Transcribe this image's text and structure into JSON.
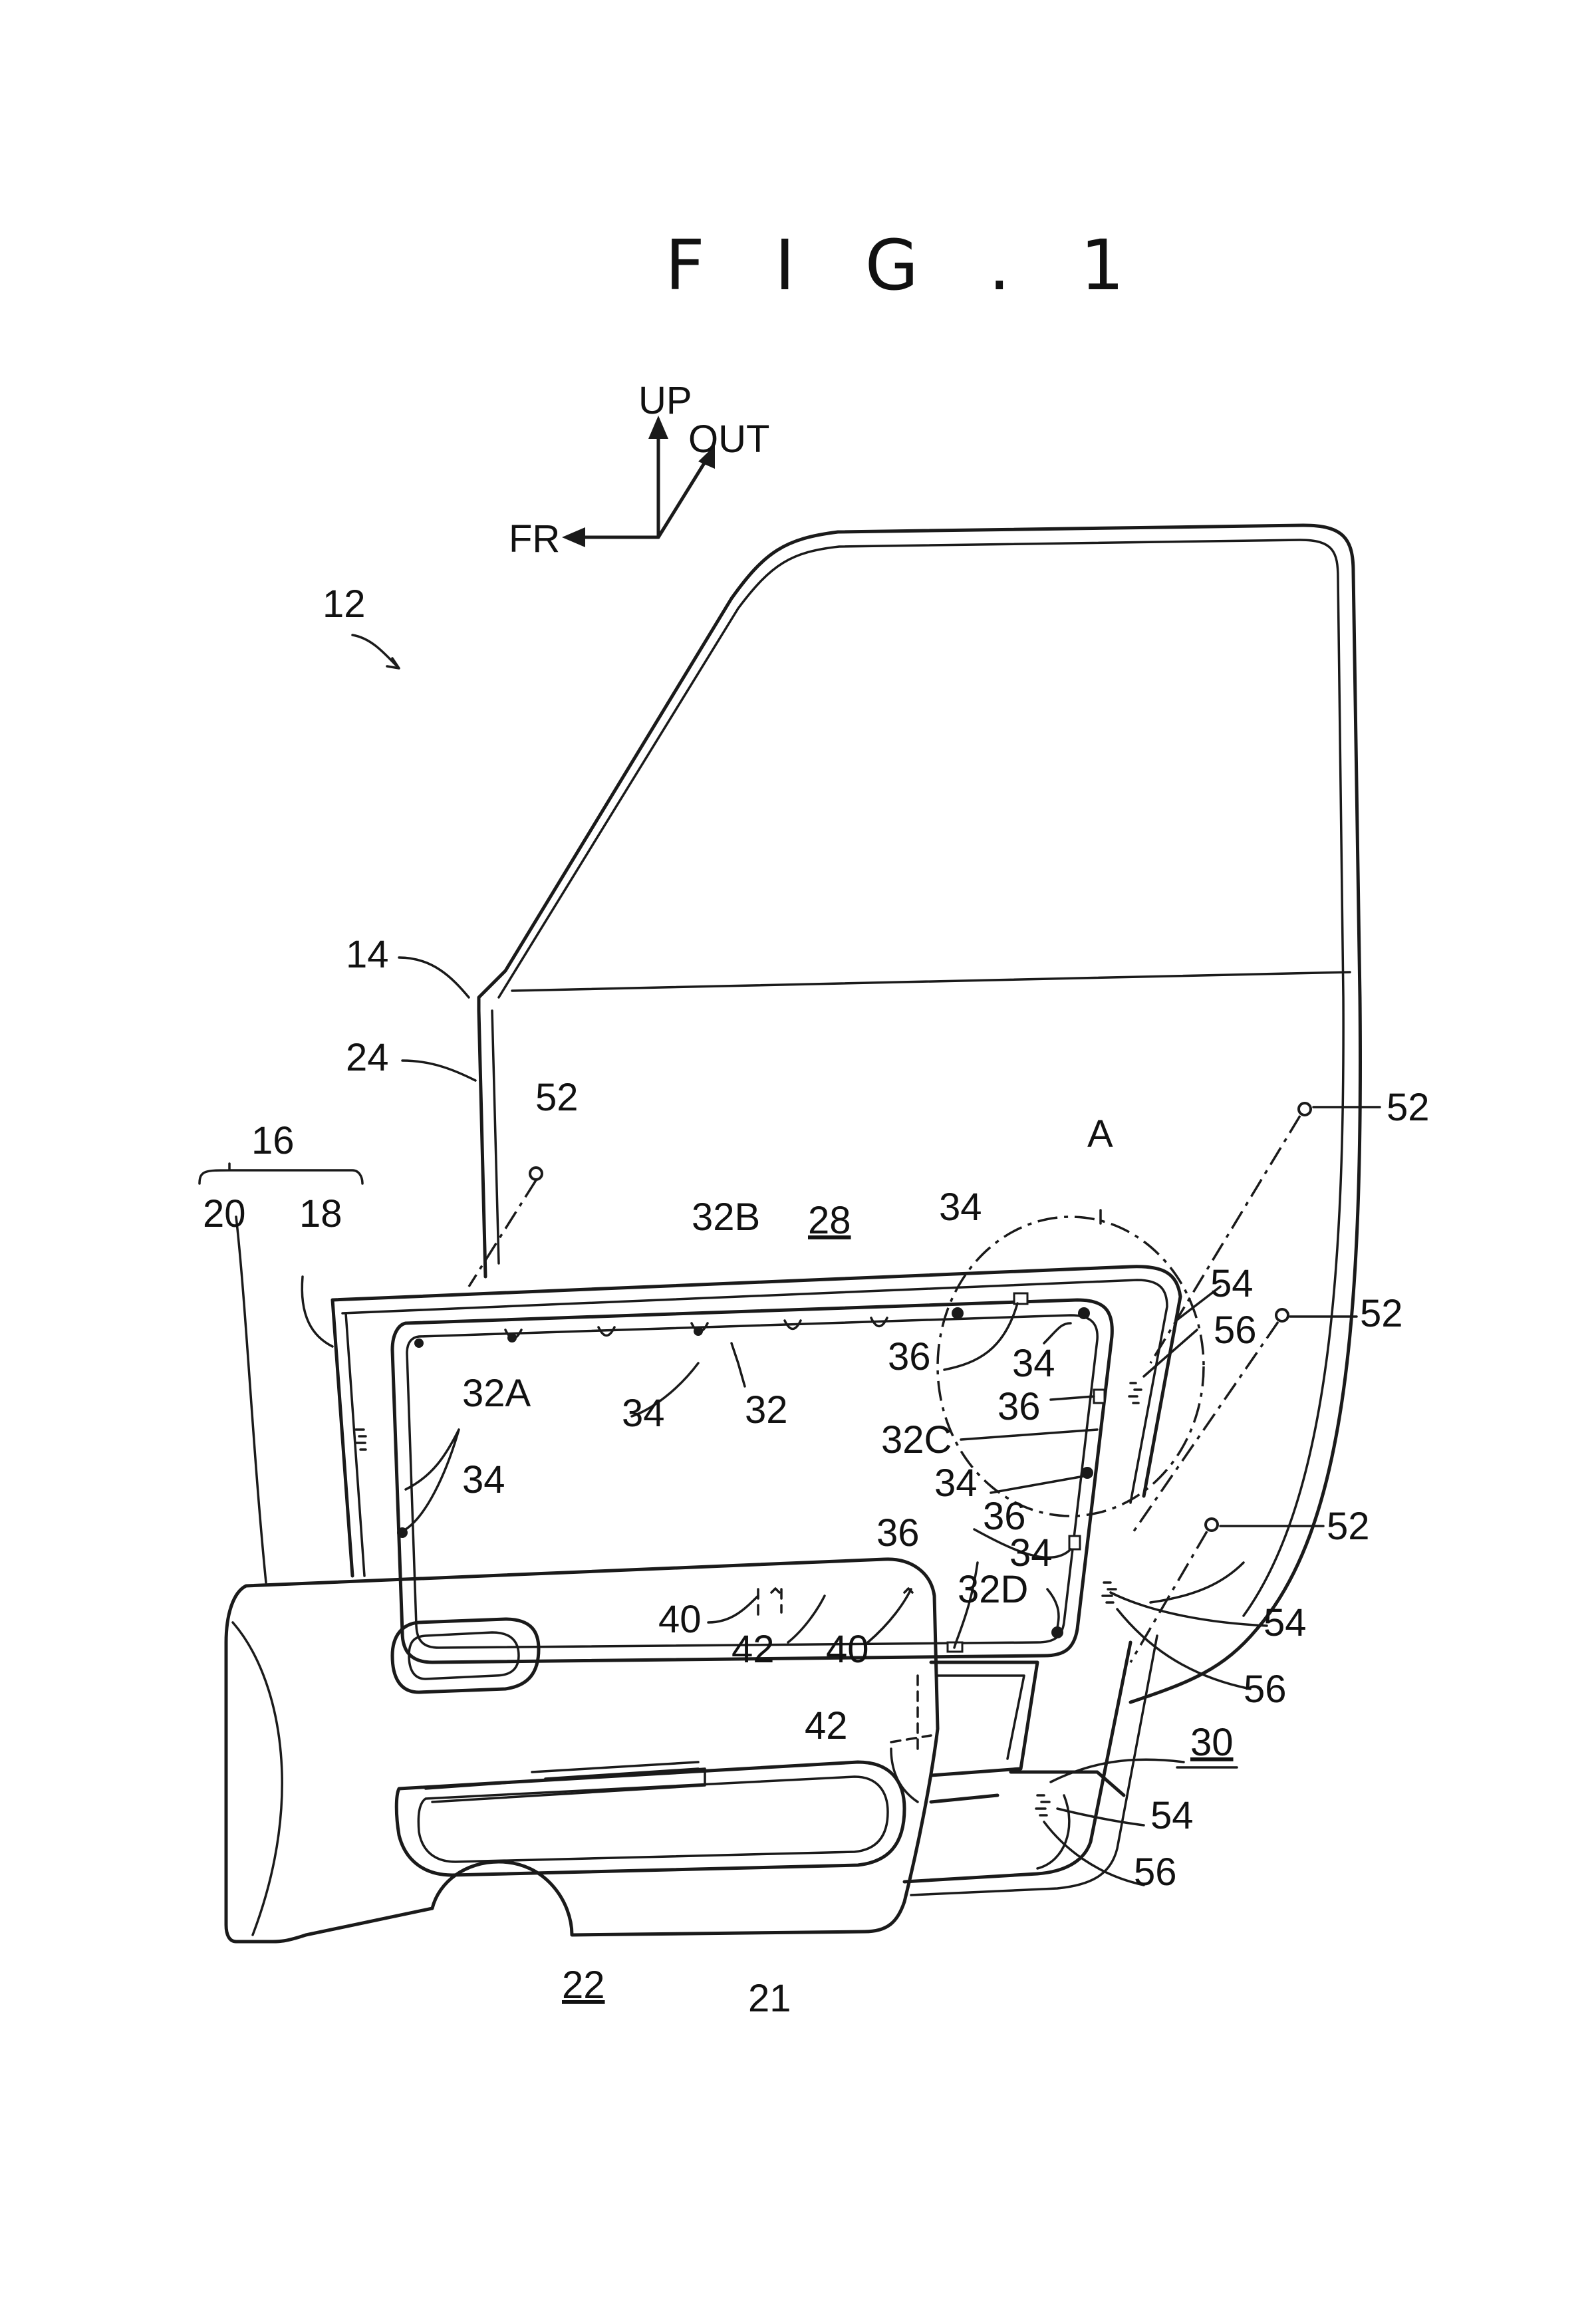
{
  "figure_title": "F I G . 1",
  "directions": {
    "up": "UP",
    "out": "OUT",
    "front": "FR"
  },
  "labels": {
    "l12": "12",
    "l14": "14",
    "l24": "24",
    "l16": "16",
    "l20": "20",
    "l18": "18",
    "l52a": "52",
    "l52b": "52",
    "l52c": "52",
    "l52d": "52",
    "lA": "A",
    "l32B": "32B",
    "l28": "28",
    "l34a": "34",
    "l36a": "36",
    "l34b": "34",
    "l54a": "54",
    "l56a": "56",
    "l36b": "36",
    "l32A": "32A",
    "l34c": "34",
    "l32": "32",
    "l32C": "32C",
    "l34d": "34",
    "l34e": "34",
    "l36c": "36",
    "l34f": "34",
    "l36d": "36",
    "l32D": "32D",
    "l40a": "40",
    "l42a": "42",
    "l40b": "40",
    "l54b": "54",
    "l56b": "56",
    "l42b": "42",
    "l30": "30",
    "l54c": "54",
    "l56c": "56",
    "l22": "22",
    "l21": "21"
  }
}
